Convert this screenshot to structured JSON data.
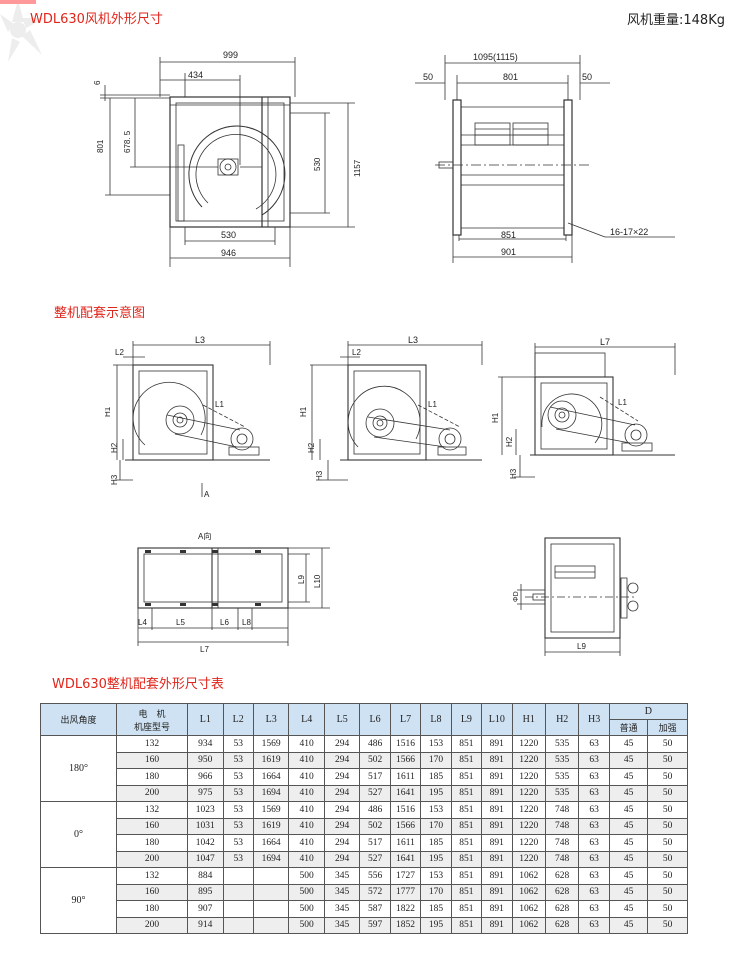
{
  "header": {
    "title": "WDL630风机外形尺寸",
    "weight": "风机重量:148Kg"
  },
  "drawing1": {
    "dims": {
      "d999": "999",
      "d434": "434",
      "d6": "6",
      "d801": "801",
      "d678": "678. 5",
      "d530v": "530",
      "d1157": "1157",
      "d530h": "530",
      "d946": "946"
    }
  },
  "drawing2": {
    "dims": {
      "d1095": "1095(1115)",
      "d50a": "50",
      "d801": "801",
      "d50b": "50",
      "d851": "851",
      "d901": "901",
      "holes": "16-17×22"
    }
  },
  "section2": {
    "title": "整机配套示意图"
  },
  "assembly": {
    "labels": {
      "L1": "L1",
      "L2": "L2",
      "L3": "L3",
      "L4": "L4",
      "L5": "L5",
      "L6": "L6",
      "L7": "L7",
      "L8": "L8",
      "L9": "L9",
      "L10": "L10",
      "H1": "H1",
      "H2": "H2",
      "H3": "H3",
      "A": "A",
      "A_view": "A向",
      "phiD": "ΦD"
    }
  },
  "section3": {
    "title": "WDL630整机配套外形尺寸表"
  },
  "table": {
    "headers": {
      "angle": "出风角度",
      "motor_line1": "电　机",
      "motor_line2": "机座型号",
      "cols": [
        "L1",
        "L2",
        "L3",
        "L4",
        "L5",
        "L6",
        "L7",
        "L8",
        "L9",
        "L10",
        "H1",
        "H2",
        "H3"
      ],
      "D": "D",
      "D_normal": "普通",
      "D_strong": "加强"
    },
    "groups": [
      {
        "angle": "180°",
        "rows": [
          [
            "132",
            "934",
            "53",
            "1569",
            "410",
            "294",
            "486",
            "1516",
            "153",
            "851",
            "891",
            "1220",
            "535",
            "63",
            "45",
            "50"
          ],
          [
            "160",
            "950",
            "53",
            "1619",
            "410",
            "294",
            "502",
            "1566",
            "170",
            "851",
            "891",
            "1220",
            "535",
            "63",
            "45",
            "50"
          ],
          [
            "180",
            "966",
            "53",
            "1664",
            "410",
            "294",
            "517",
            "1611",
            "185",
            "851",
            "891",
            "1220",
            "535",
            "63",
            "45",
            "50"
          ],
          [
            "200",
            "975",
            "53",
            "1694",
            "410",
            "294",
            "527",
            "1641",
            "195",
            "851",
            "891",
            "1220",
            "535",
            "63",
            "45",
            "50"
          ]
        ]
      },
      {
        "angle": "0°",
        "rows": [
          [
            "132",
            "1023",
            "53",
            "1569",
            "410",
            "294",
            "486",
            "1516",
            "153",
            "851",
            "891",
            "1220",
            "748",
            "63",
            "45",
            "50"
          ],
          [
            "160",
            "1031",
            "53",
            "1619",
            "410",
            "294",
            "502",
            "1566",
            "170",
            "851",
            "891",
            "1220",
            "748",
            "63",
            "45",
            "50"
          ],
          [
            "180",
            "1042",
            "53",
            "1664",
            "410",
            "294",
            "517",
            "1611",
            "185",
            "851",
            "891",
            "1220",
            "748",
            "63",
            "45",
            "50"
          ],
          [
            "200",
            "1047",
            "53",
            "1694",
            "410",
            "294",
            "527",
            "1641",
            "195",
            "851",
            "891",
            "1220",
            "748",
            "63",
            "45",
            "50"
          ]
        ]
      },
      {
        "angle": "90°",
        "rows": [
          [
            "132",
            "884",
            "",
            "",
            "500",
            "345",
            "556",
            "1727",
            "153",
            "851",
            "891",
            "1062",
            "628",
            "63",
            "45",
            "50"
          ],
          [
            "160",
            "895",
            "",
            "",
            "500",
            "345",
            "572",
            "1777",
            "170",
            "851",
            "891",
            "1062",
            "628",
            "63",
            "45",
            "50"
          ],
          [
            "180",
            "907",
            "",
            "",
            "500",
            "345",
            "587",
            "1822",
            "185",
            "851",
            "891",
            "1062",
            "628",
            "63",
            "45",
            "50"
          ],
          [
            "200",
            "914",
            "",
            "",
            "500",
            "345",
            "597",
            "1852",
            "195",
            "851",
            "891",
            "1062",
            "628",
            "63",
            "45",
            "50"
          ]
        ]
      }
    ]
  }
}
